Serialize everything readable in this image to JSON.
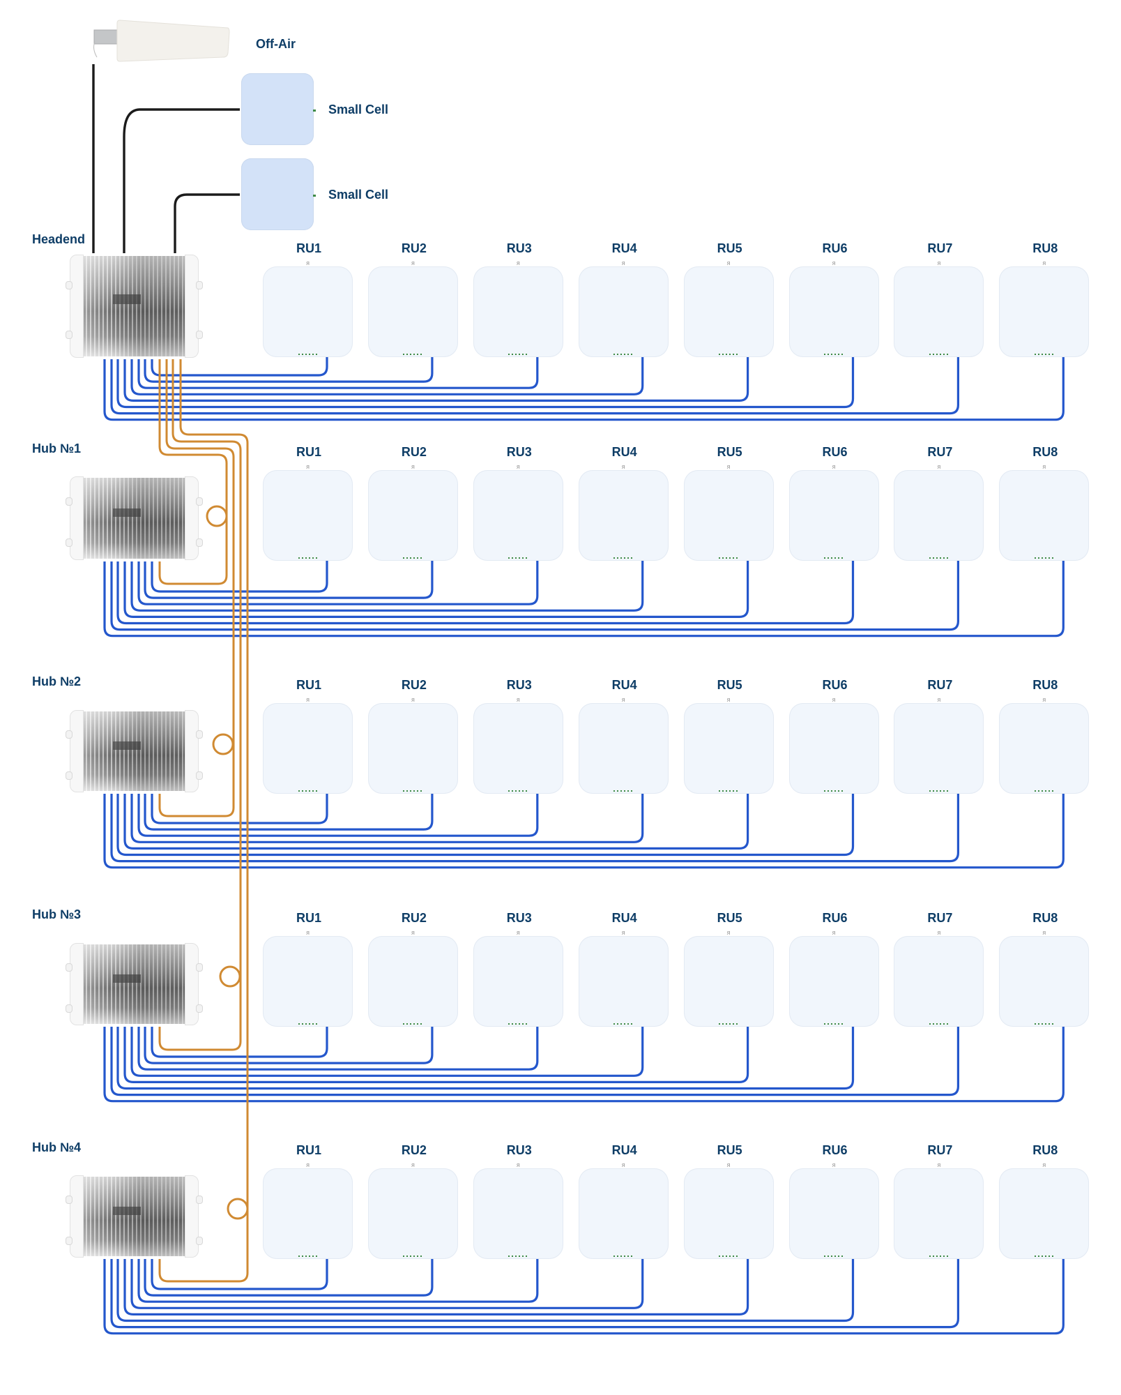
{
  "title": "Distributed antenna system topology: Headend with 4 hubs and 8 remote units each",
  "sources": {
    "off_air": {
      "label": "Off-Air",
      "icon": "antenna-icon"
    },
    "small_cells": [
      {
        "label": "Small Cell",
        "icon": "small-cell-icon"
      },
      {
        "label": "Small Cell",
        "icon": "small-cell-icon"
      }
    ]
  },
  "rows": [
    {
      "label": "Headend",
      "device_icon": "headend-unit-icon",
      "remote_units": [
        "RU1",
        "RU2",
        "RU3",
        "RU4",
        "RU5",
        "RU6",
        "RU7",
        "RU8"
      ]
    },
    {
      "label": "Hub №1",
      "device_icon": "hub-unit-icon",
      "remote_units": [
        "RU1",
        "RU2",
        "RU3",
        "RU4",
        "RU5",
        "RU6",
        "RU7",
        "RU8"
      ]
    },
    {
      "label": "Hub №2",
      "device_icon": "hub-unit-icon",
      "remote_units": [
        "RU1",
        "RU2",
        "RU3",
        "RU4",
        "RU5",
        "RU6",
        "RU7",
        "RU8"
      ]
    },
    {
      "label": "Hub №3",
      "device_icon": "hub-unit-icon",
      "remote_units": [
        "RU1",
        "RU2",
        "RU3",
        "RU4",
        "RU5",
        "RU6",
        "RU7",
        "RU8"
      ]
    },
    {
      "label": "Hub №4",
      "device_icon": "hub-unit-icon",
      "remote_units": [
        "RU1",
        "RU2",
        "RU3",
        "RU4",
        "RU5",
        "RU6",
        "RU7",
        "RU8"
      ]
    }
  ],
  "links": {
    "coax": {
      "color": "#1b1b1b",
      "from": [
        "Off-Air",
        "Small Cell",
        "Small Cell"
      ],
      "to": "Headend"
    },
    "fiber": {
      "color": "#d08a32",
      "from": "Headend",
      "to": [
        "Hub №1",
        "Hub №2",
        "Hub №3",
        "Hub №4"
      ]
    },
    "ru_cable": {
      "color": "#2457cc",
      "per_unit_count": 8
    }
  },
  "colors": {
    "label_text": "#0e3d66",
    "ru_fill": "#f1f6fc",
    "small_cell_fill": "#d3e2f8",
    "led": "#3e8a45"
  }
}
